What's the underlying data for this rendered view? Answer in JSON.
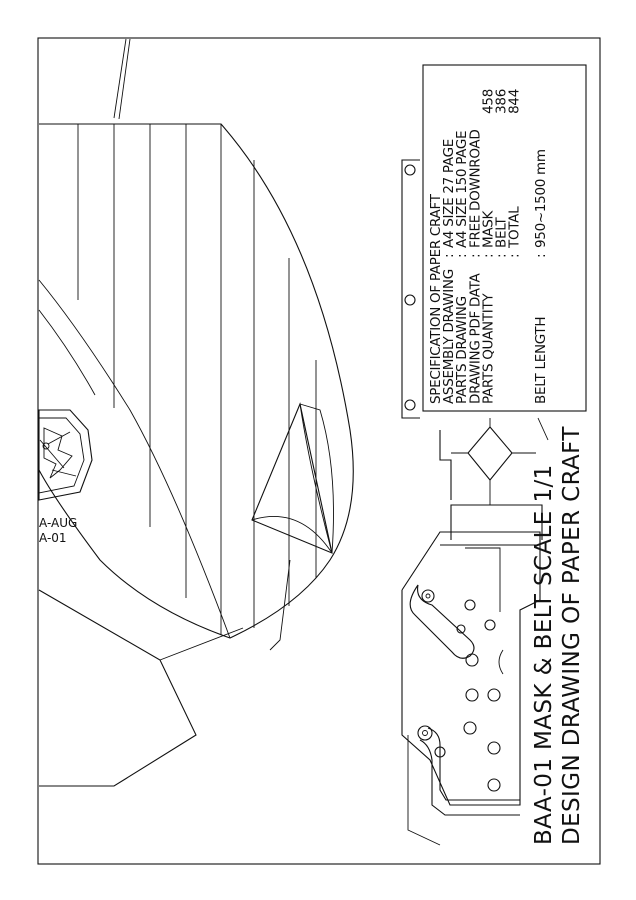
{
  "title": {
    "line1": "BAA-01 MASK & BELT  SCALE 1/1",
    "line2": "DESIGN DRAWING OF PAPER CRAFT"
  },
  "spec": {
    "heading": "SPECIFICATION OF PAPER CRAFT",
    "rows": [
      {
        "label": "ASSEMBLY DRAWING",
        "sep": ":",
        "value": "A4 SIZE  27 PAGE",
        "num": ""
      },
      {
        "label": "PARTS DRAWING",
        "sep": ":",
        "value": "A4 SIZE 150 PAGE",
        "num": ""
      },
      {
        "label": "DRAWING PDF DATA",
        "sep": ":",
        "value": "FREE DOWNROAD",
        "num": ""
      },
      {
        "label": "PARTS QUANTITY",
        "sep": ":",
        "value": "MASK",
        "num": "458"
      },
      {
        "label": "",
        "sep": ":",
        "value": "BELT",
        "num": "386"
      },
      {
        "label": "",
        "sep": ":",
        "value": "TOTAL",
        "num": "844"
      },
      {
        "label": "",
        "sep": "",
        "value": "",
        "num": ""
      },
      {
        "label": "BELT LENGTH",
        "sep": ":",
        "value": "950~1500 mm",
        "num": ""
      }
    ]
  },
  "emblem": {
    "line1": "A-AUG",
    "line2": "A-01"
  }
}
